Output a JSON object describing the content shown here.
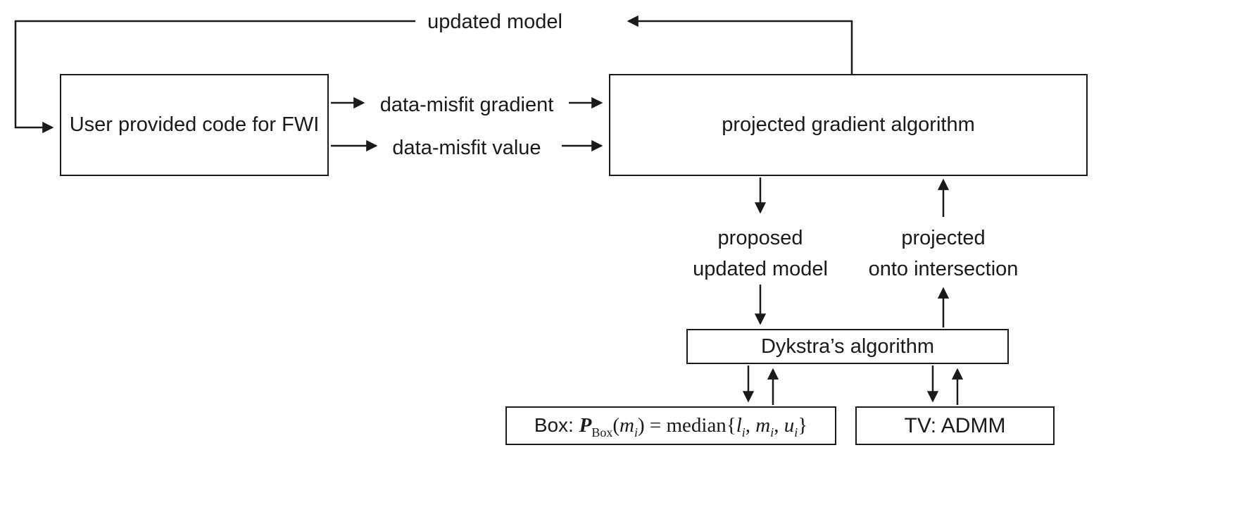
{
  "diagram": {
    "colors": {
      "ink": "#1a1a1a",
      "background": "#ffffff"
    },
    "labels": {
      "updated_model": "updated model",
      "data_misfit_gradient": "data-misfit gradient",
      "data_misfit_value": "data-misfit value",
      "proposed_line1": "proposed",
      "proposed_line2": "updated model",
      "projected_line1": "projected",
      "projected_line2": "onto intersection"
    },
    "boxes": {
      "user_code": "User provided code for FWI",
      "projected_gradient": "projected gradient algorithm",
      "dykstra": "Dykstra’s algorithm",
      "tv": "TV: ADMM"
    },
    "formula": {
      "prefix": "Box: ",
      "p": "P",
      "p_sub": "Box",
      "lparen": "(",
      "m1": "m",
      "i1": "i",
      "rparen_eq": ") = ",
      "median": "median",
      "lbrace": "{",
      "l": "l",
      "i2": "i",
      "comma1": ", ",
      "m2": "m",
      "i3": "i",
      "comma2": ", ",
      "u": "u",
      "i4": "i",
      "rbrace": "}"
    }
  }
}
